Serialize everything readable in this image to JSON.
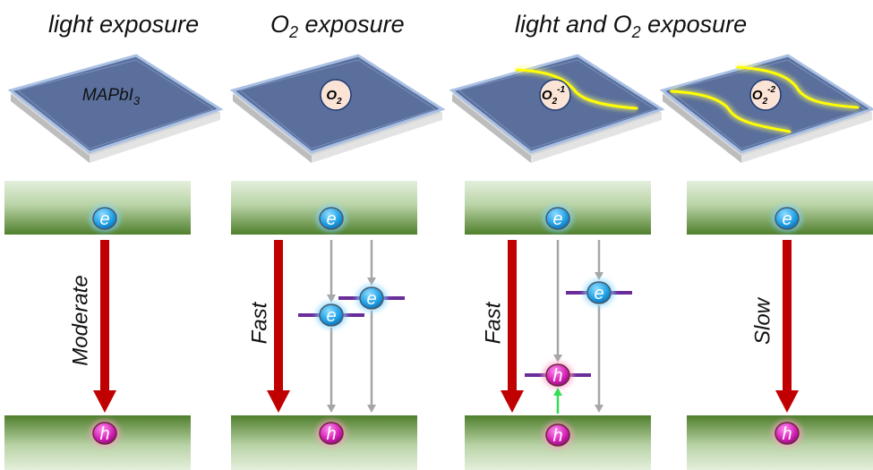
{
  "headings": [
    {
      "text": "light exposure",
      "sub": "",
      "after": ""
    },
    {
      "text": "O",
      "sub": "2",
      "after": " exposure"
    },
    {
      "text": "light and O",
      "sub": "2",
      "after": " exposure"
    }
  ],
  "films": [
    {
      "label": "MAPbI",
      "label_sub": "3",
      "label_sup": "",
      "badge": false,
      "superoxide_lines": 0
    },
    {
      "label": "O",
      "label_sub": "2",
      "label_sup": "",
      "badge": true,
      "superoxide_lines": 0
    },
    {
      "label": "O",
      "label_sub": "2",
      "label_sup": "-1",
      "badge": true,
      "superoxide_lines": 1
    },
    {
      "label": "O",
      "label_sub": "2",
      "label_sup": "-2",
      "badge": true,
      "superoxide_lines": 2
    }
  ],
  "panels": [
    {
      "rate_label": "Moderate",
      "electron_symbol": "e",
      "hole_symbol": "h",
      "traps": []
    },
    {
      "rate_label": "Fast",
      "electron_symbol": "e",
      "hole_symbol": "h",
      "traps": [
        "electron",
        "electron"
      ]
    },
    {
      "rate_label": "Fast",
      "electron_symbol": "e",
      "hole_symbol": "h",
      "traps": [
        "hole",
        "electron"
      ]
    },
    {
      "rate_label": "Slow",
      "electron_symbol": "e",
      "hole_symbol": "h",
      "traps": []
    }
  ],
  "colors": {
    "band_dark": "#4f7f2c",
    "band_light": "#e2eeda",
    "recombination_arrow": "#c00000",
    "trap_arrow": "#a6a6a6",
    "trap_level": "#6a2c99",
    "electron": "#1ea0e6",
    "hole": "#d41eb4",
    "hole_transfer_arrow": "#33dd55",
    "film": "#5a6f9c",
    "film_edge": "#a9c0e4",
    "substrate": "#cfcfcf",
    "superoxide_glow": "#ffff00",
    "badge_fill": "#fbe4d5"
  }
}
